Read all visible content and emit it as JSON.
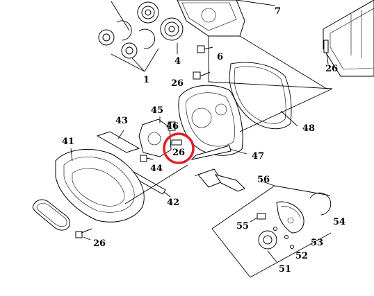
{
  "diagram": {
    "callouts": [
      {
        "id": "c7",
        "text": "7"
      },
      {
        "id": "c6",
        "text": "6"
      },
      {
        "id": "c4",
        "text": "4"
      },
      {
        "id": "c1",
        "text": "1"
      },
      {
        "id": "c26a",
        "text": "26"
      },
      {
        "id": "c26b",
        "text": "26"
      },
      {
        "id": "c45",
        "text": "45"
      },
      {
        "id": "c43",
        "text": "43"
      },
      {
        "id": "c46",
        "text": "46"
      },
      {
        "id": "c26c",
        "text": "26"
      },
      {
        "id": "c48",
        "text": "48"
      },
      {
        "id": "c41",
        "text": "41"
      },
      {
        "id": "c44",
        "text": "44"
      },
      {
        "id": "c47",
        "text": "47"
      },
      {
        "id": "c56",
        "text": "56"
      },
      {
        "id": "c42",
        "text": "42"
      },
      {
        "id": "c54",
        "text": "54"
      },
      {
        "id": "c55",
        "text": "55"
      },
      {
        "id": "c53",
        "text": "53"
      },
      {
        "id": "c26d",
        "text": "26"
      },
      {
        "id": "c52",
        "text": "52"
      },
      {
        "id": "c51",
        "text": "51"
      }
    ],
    "highlight_color": "#e0202a"
  }
}
